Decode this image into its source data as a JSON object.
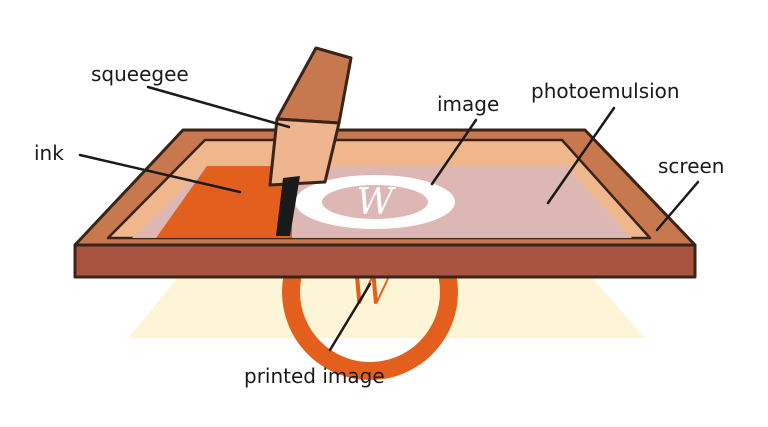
{
  "labels": {
    "squeegee": "squeegee",
    "image": "image",
    "photoemulsion": "photoemulsion",
    "ink": "ink",
    "screen": "screen",
    "printed_image": "printed image"
  },
  "logo_glyph": "W",
  "colors": {
    "frame_side": "#c8784f",
    "frame_inner": "#f0b68c",
    "frame_front": "#a85440",
    "outline": "#3a2418",
    "emulsion": "#ddb7b3",
    "ink": "#e35f1d",
    "image_white": "#ffffff",
    "paper": "#fdf5d5",
    "print_ink": "#e35f1d",
    "squeegee_front": "#efb58e",
    "squeegee_side": "#c8784f",
    "blade": "#1a1a1a",
    "leader": "#1a1a1a",
    "text": "#1a1a1a"
  }
}
